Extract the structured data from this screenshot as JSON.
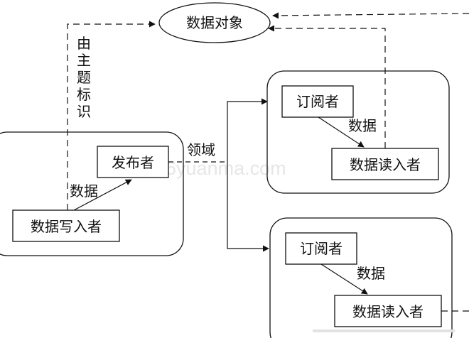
{
  "nodes": {
    "data_object": "数据对象",
    "publisher": "发布者",
    "data_writer": "数据写入者",
    "subscriber_1": "订阅者",
    "data_reader_1": "数据读入者",
    "subscriber_2": "订阅者",
    "data_reader_2": "数据读入者"
  },
  "labels": {
    "topic_id": [
      "由",
      "主",
      "题",
      "标",
      "识"
    ],
    "domain": "领域",
    "data_writer_edge": "数据",
    "data_sub1_edge": "数据",
    "data_sub2_edge": "数据"
  },
  "watermark": "66yuanma.com"
}
